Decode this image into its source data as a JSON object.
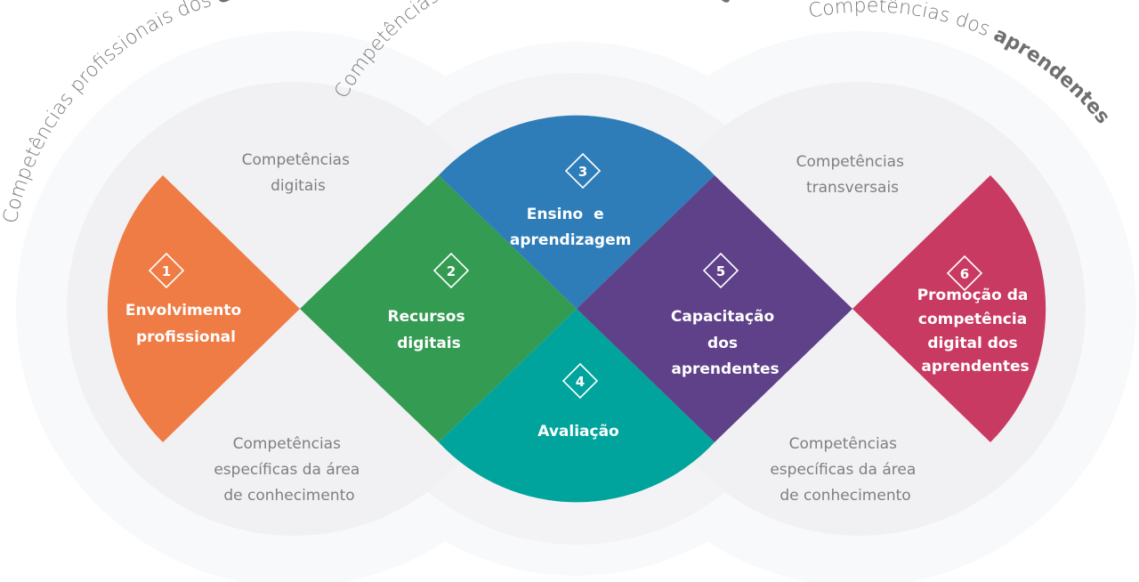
{
  "colors": {
    "outer_circle": "#f8f9fa",
    "inner_ring": "#f1f1f3",
    "area1": "#ef7b45",
    "area2": "#349b52",
    "area3": "#2e7db8",
    "area4": "#00a49c",
    "area5": "#5e4189",
    "area6": "#c93a62",
    "title_text": "#7a7a7a",
    "sub_text": "#7f7f7f"
  },
  "arc_titles": [
    {
      "regular": "Competências profissionais dos ",
      "bold": "educadores"
    },
    {
      "regular": "Competências pedagógicas dos ",
      "bold": "educadores"
    },
    {
      "regular": "Competências dos ",
      "bold": "aprendentes"
    }
  ],
  "sub_labels": {
    "digital": [
      "Competências",
      "digitais"
    ],
    "transversal": [
      "Competências",
      "transversais"
    ],
    "specific_left": [
      "Competências",
      "específicas da área",
      "de conhecimento"
    ],
    "specific_right": [
      "Competências",
      "específicas da área",
      "de conhecimento"
    ]
  },
  "areas": [
    {
      "number": "1",
      "lines": [
        "Envolvimento",
        "profissional"
      ],
      "icon": "diamond-number-icon"
    },
    {
      "number": "2",
      "lines": [
        "Recursos",
        "digitais"
      ],
      "icon": "diamond-number-icon"
    },
    {
      "number": "3",
      "lines": [
        "Ensino  e",
        "aprendizagem"
      ],
      "icon": "diamond-number-icon"
    },
    {
      "number": "4",
      "lines": [
        "Avaliação"
      ],
      "icon": "diamond-number-icon"
    },
    {
      "number": "5",
      "lines": [
        "Capacitação",
        "dos",
        "aprendentes"
      ],
      "icon": "diamond-number-icon"
    },
    {
      "number": "6",
      "lines": [
        "Promoção da",
        "competência",
        "digital dos",
        "aprendentes"
      ],
      "icon": "diamond-number-icon"
    }
  ]
}
